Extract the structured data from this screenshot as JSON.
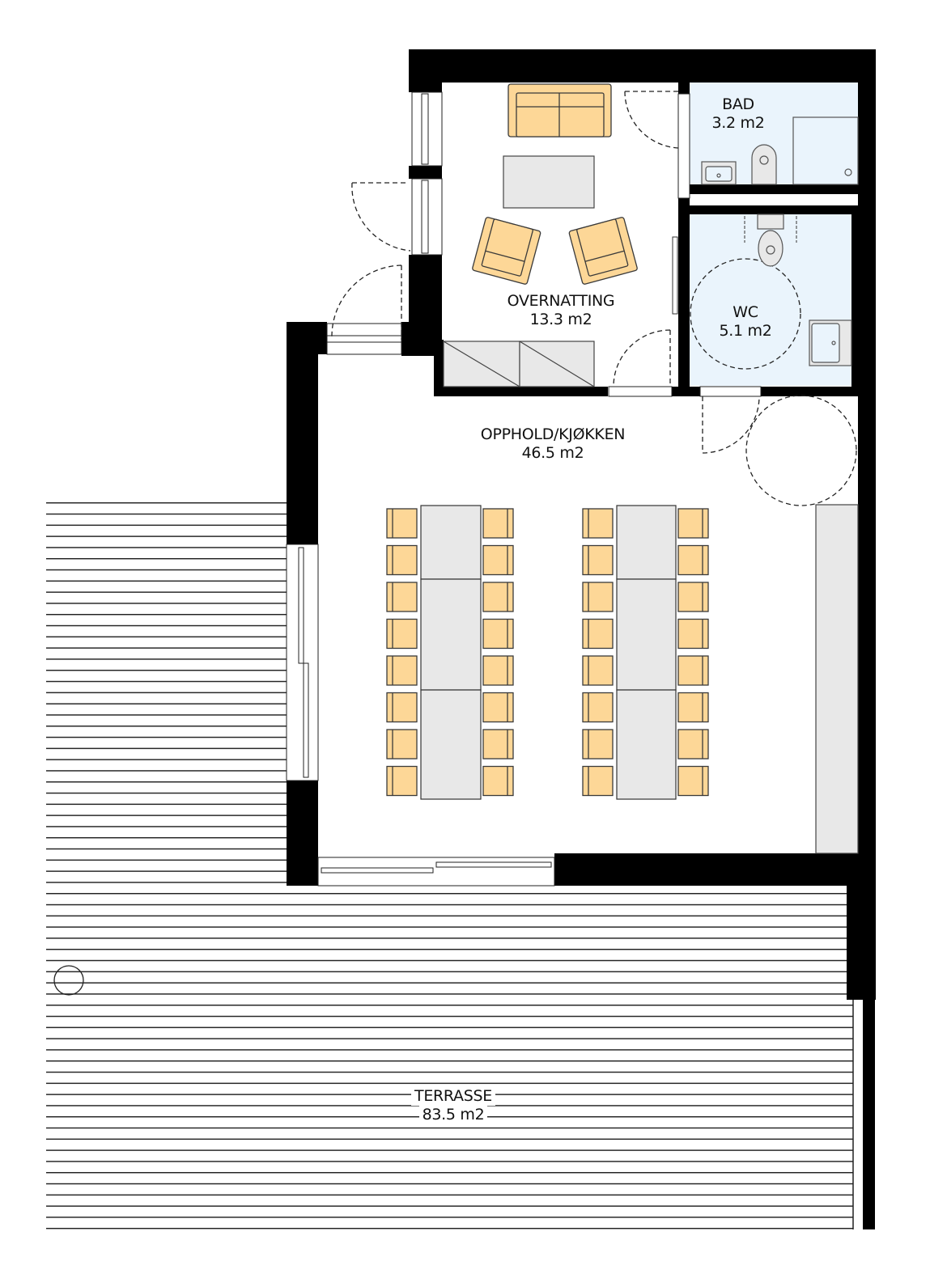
{
  "colors": {
    "wall": "#000000",
    "furniture_fill": "#FDD797",
    "furniture_stroke": "#3a3a3a",
    "table_fill": "#E8E8E8",
    "wet_room_fill": "#EAF4FC",
    "background": "#FFFFFF"
  },
  "rooms": [
    {
      "id": "overnatting",
      "name": "OVERNATTING",
      "area": "13.3 m2"
    },
    {
      "id": "bad",
      "name": "BAD",
      "area": "3.2 m2"
    },
    {
      "id": "wc",
      "name": "WC",
      "area": "5.1 m2"
    },
    {
      "id": "opphold",
      "name": "OPPHOLD/KJØKKEN",
      "area": "46.5 m2"
    },
    {
      "id": "terrasse",
      "name": "TERRASSE",
      "area": "83.5 m2"
    }
  ],
  "furniture": {
    "sofa_count": 1,
    "armchair_count": 2,
    "coffee_table_count": 1,
    "dining_tables": 2,
    "chairs_per_table": 16,
    "icon_names": [
      "sofa-icon",
      "armchair-icon",
      "coffee-table-icon",
      "wardrobe-icon",
      "toilet-icon",
      "sink-icon",
      "shower-icon",
      "dining-chair-icon",
      "dining-table-icon",
      "kitchen-counter-icon"
    ]
  }
}
